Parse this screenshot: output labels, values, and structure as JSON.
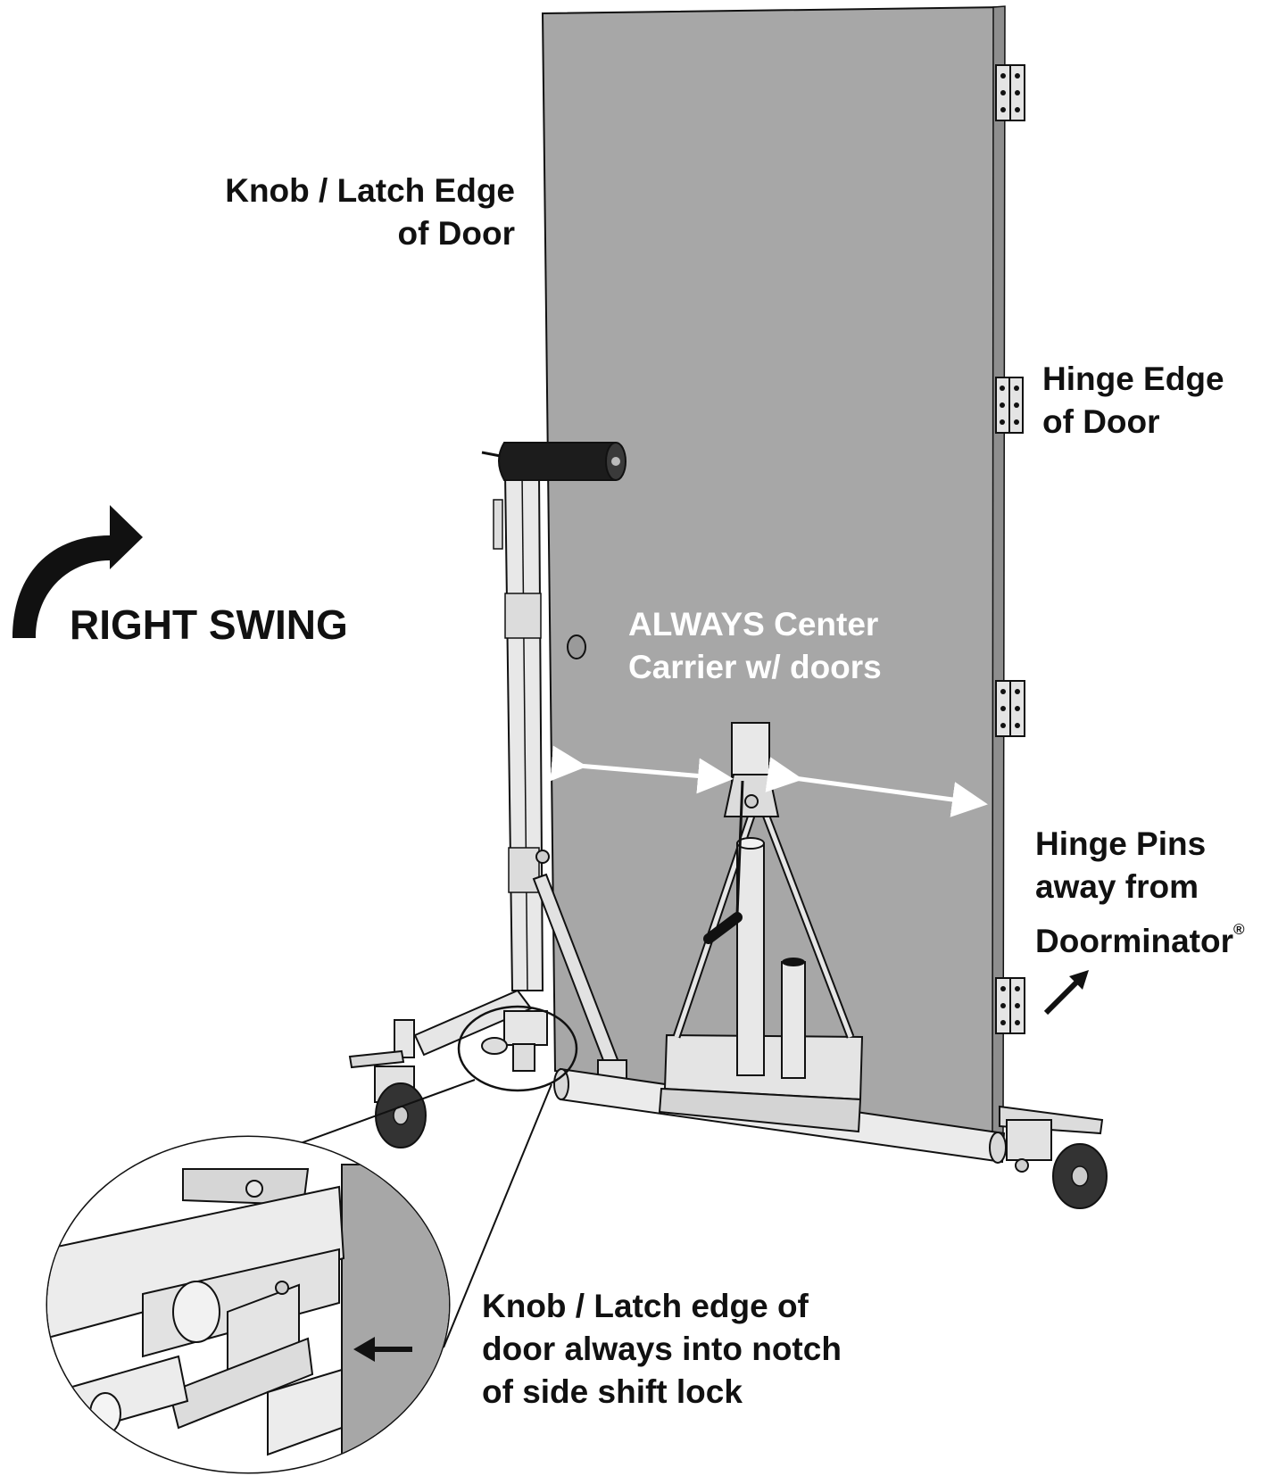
{
  "labels": {
    "knob_latch_edge": [
      "Knob / Latch Edge",
      "of Door"
    ],
    "hinge_edge": [
      "Hinge Edge",
      "of Door"
    ],
    "right_swing": "RIGHT SWING",
    "center_carrier": [
      "ALWAYS Center",
      "Carrier w/ doors"
    ],
    "hinge_pins": [
      "Hinge Pins",
      "away from",
      "Doorminator"
    ],
    "hinge_pins_mark": "®",
    "notch_note": [
      "Knob / Latch edge of",
      "door always into notch",
      "of side shift lock"
    ]
  },
  "colors": {
    "door_fill": "#a7a7a7",
    "outline": "#111111",
    "metal": "#e6e6e6",
    "arrow_white": "#ffffff",
    "text": "#111111"
  },
  "icons": {
    "swing_arrow": "curved-arrow-icon",
    "hinge_pin_arrow": "diagonal-arrow-icon",
    "notch_arrow": "left-arrow-icon",
    "center_arrows": "double-headed-arrow-icon"
  }
}
